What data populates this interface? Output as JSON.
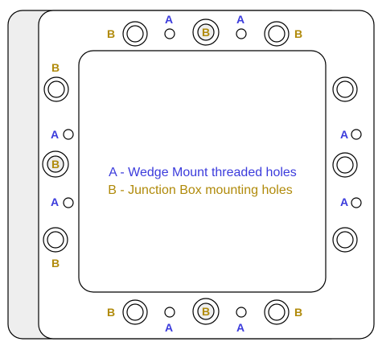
{
  "colors": {
    "a_label": "#3b3bdc",
    "b_label": "#b08a0a",
    "outline": "#000000",
    "back_plate_fill": "#eeeeee",
    "plate_fill": "#ffffff",
    "hole_b_inner_fill": "#eeeeee"
  },
  "labels": {
    "a": "A",
    "b": "B"
  },
  "legend": {
    "a_text": "A - Wedge Mount threaded holes",
    "b_text": "B - Junction Box mounting holes"
  }
}
